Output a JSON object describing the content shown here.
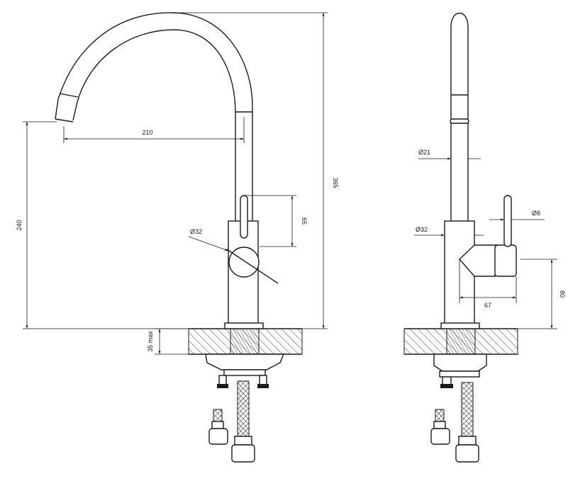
{
  "dimensions": {
    "spout_reach": "210",
    "spout_height": "240",
    "total_height": "365",
    "body_diameter_front": "Ø32",
    "handle_height": "65",
    "counter_thickness": "35 max",
    "spout_diameter": "Ø21",
    "lever_diameter": "Ø8",
    "body_diameter_side": "Ø32",
    "lever_reach": "67",
    "lever_height": "80"
  }
}
